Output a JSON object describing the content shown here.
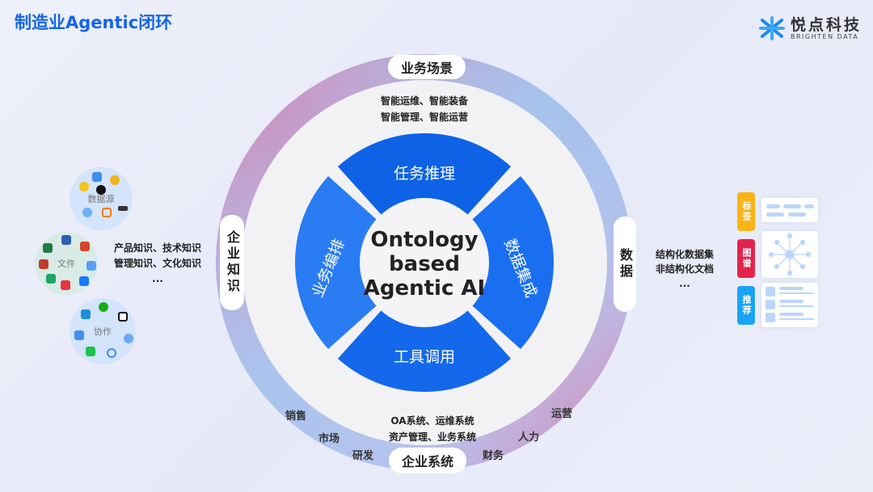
{
  "header": {
    "title": "制造业Agentic闭环"
  },
  "logo": {
    "name": "悦点科技",
    "subtitle": "BRIGHTEN DATA"
  },
  "center": {
    "line1": "Ontology",
    "line2": "based",
    "line3": "Agentic AI"
  },
  "inner_ring": [
    {
      "label": "任务推理"
    },
    {
      "label": "数据集成"
    },
    {
      "label": "工具调用"
    },
    {
      "label": "业务编排"
    }
  ],
  "outer": {
    "top": {
      "label": "业务场景",
      "desc1": "智能运维、智能装备",
      "desc2": "智能管理、智能运营"
    },
    "bottom": {
      "label": "企业系统",
      "desc1": "OA系统、运维系统",
      "desc2": "资产管理、业务系统"
    },
    "left": {
      "label": "企业知识"
    },
    "right": {
      "label": "数据"
    },
    "departments": [
      "销售",
      "市场",
      "研发",
      "财务",
      "人力",
      "运营"
    ]
  },
  "knowledge": {
    "bubbles": [
      {
        "label": "数据源"
      },
      {
        "label": "文件"
      },
      {
        "label": "协作"
      }
    ],
    "desc1": "产品知识、技术知识",
    "desc2": "管理知识、文化知识",
    "ellipsis": "..."
  },
  "data": {
    "desc1": "结构化数据集",
    "desc2": "非结构化文档",
    "ellipsis": "...",
    "tags": [
      {
        "label": "标签",
        "color": "#fbb417"
      },
      {
        "label": "图谱",
        "color": "#e3234d"
      },
      {
        "label": "推荐",
        "color": "#1aa3f5"
      }
    ]
  }
}
